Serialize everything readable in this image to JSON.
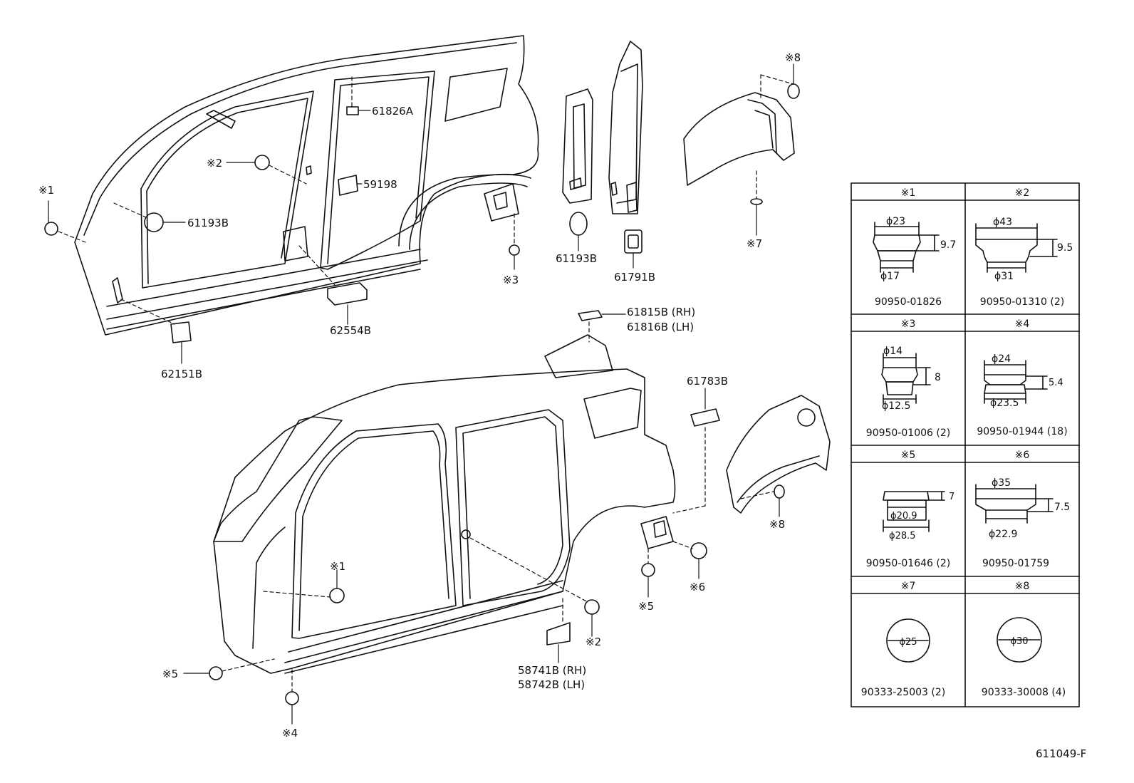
{
  "diagram_id": "611049-F",
  "callouts": {
    "p61826A": "61826A",
    "p59198": "59198",
    "p61193B_a": "61193B",
    "p61193B_b": "61193B",
    "p62554B": "62554B",
    "p62151B": "62151B",
    "p61791B": "61791B",
    "p61815B": "61815B (RH)",
    "p61816B": "61816B (LH)",
    "p61783B": "61783B",
    "p58741B": "58741B (RH)",
    "p58742B": "58742B (LH)",
    "m1_a": "※1",
    "m1_b": "※1",
    "m2_a": "※2",
    "m2_b": "※2",
    "m3": "※3",
    "m4": "※4",
    "m5_a": "※5",
    "m5_b": "※5",
    "m6": "※6",
    "m7": "※7",
    "m8_a": "※8",
    "m8_b": "※8"
  },
  "plug_table": {
    "cells": [
      {
        "mark": "※1",
        "part": "90950-01826",
        "top": "ϕ23",
        "bottom": "ϕ17",
        "height": "9.7"
      },
      {
        "mark": "※2",
        "part": "90950-01310 (2)",
        "top": "ϕ43",
        "bottom": "ϕ31",
        "height": "9.5"
      },
      {
        "mark": "※3",
        "part": "90950-01006 (2)",
        "top": "ϕ14",
        "bottom": "ϕ12.5",
        "height": "8"
      },
      {
        "mark": "※4",
        "part": "90950-01944 (18)",
        "top": "ϕ24",
        "bottom": "ϕ23.5",
        "height": "5.4"
      },
      {
        "mark": "※5",
        "part": "90950-01646 (2)",
        "top": "ϕ20.9",
        "bottom": "ϕ28.5",
        "height": "7"
      },
      {
        "mark": "※6",
        "part": "90950-01759",
        "top": "ϕ35",
        "bottom": "ϕ22.9",
        "height": "7.5"
      },
      {
        "mark": "※7",
        "part": "90333-25003 (2)",
        "diameter": "ϕ25"
      },
      {
        "mark": "※8",
        "part": "90333-30008 (4)",
        "diameter": "ϕ30"
      }
    ]
  }
}
